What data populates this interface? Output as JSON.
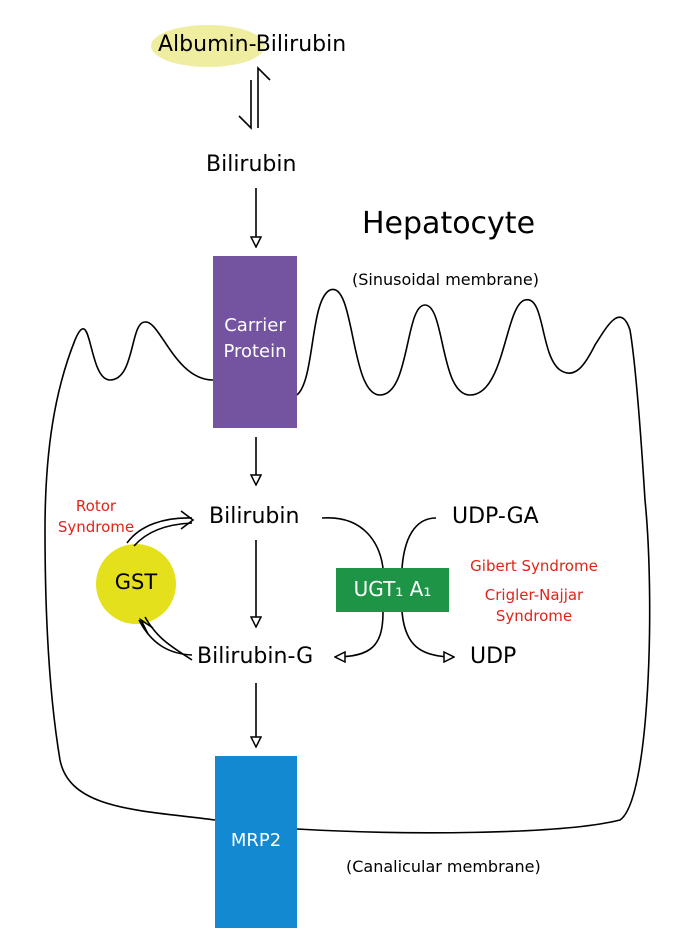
{
  "albumin_prefix": "Albumin",
  "albumin_suffix": "-Bilirubin",
  "bilirubin_top": "Bilirubin",
  "title": "Hepatocyte",
  "sinusoidal": "(Sinusoidal membrane)",
  "carrier_line1": "Carrier",
  "carrier_line2": "Protein",
  "bilirubin_mid": "Bilirubin",
  "udp_ga": "UDP-GA",
  "rotor_line1": "Rotor",
  "rotor_line2": "Syndrome",
  "gst": "GST",
  "ugt": "UGT₁ A₁",
  "gilbert": "Gibert Syndrome",
  "crigler_line1": "Crigler-Najjar",
  "crigler_line2": "Syndrome",
  "bilirubin_g": "Bilirubin-G",
  "udp": "UDP",
  "mrp2": "MRP2",
  "canalicular": "(Canalicular membrane)",
  "colors": {
    "albumin_ellipse": "#eeeda0",
    "carrier": "#7453a0",
    "gst": "#e5e01c",
    "ugt": "#1e9447",
    "mrp2": "#1289d0",
    "syndrome_text": "#e2231a"
  }
}
